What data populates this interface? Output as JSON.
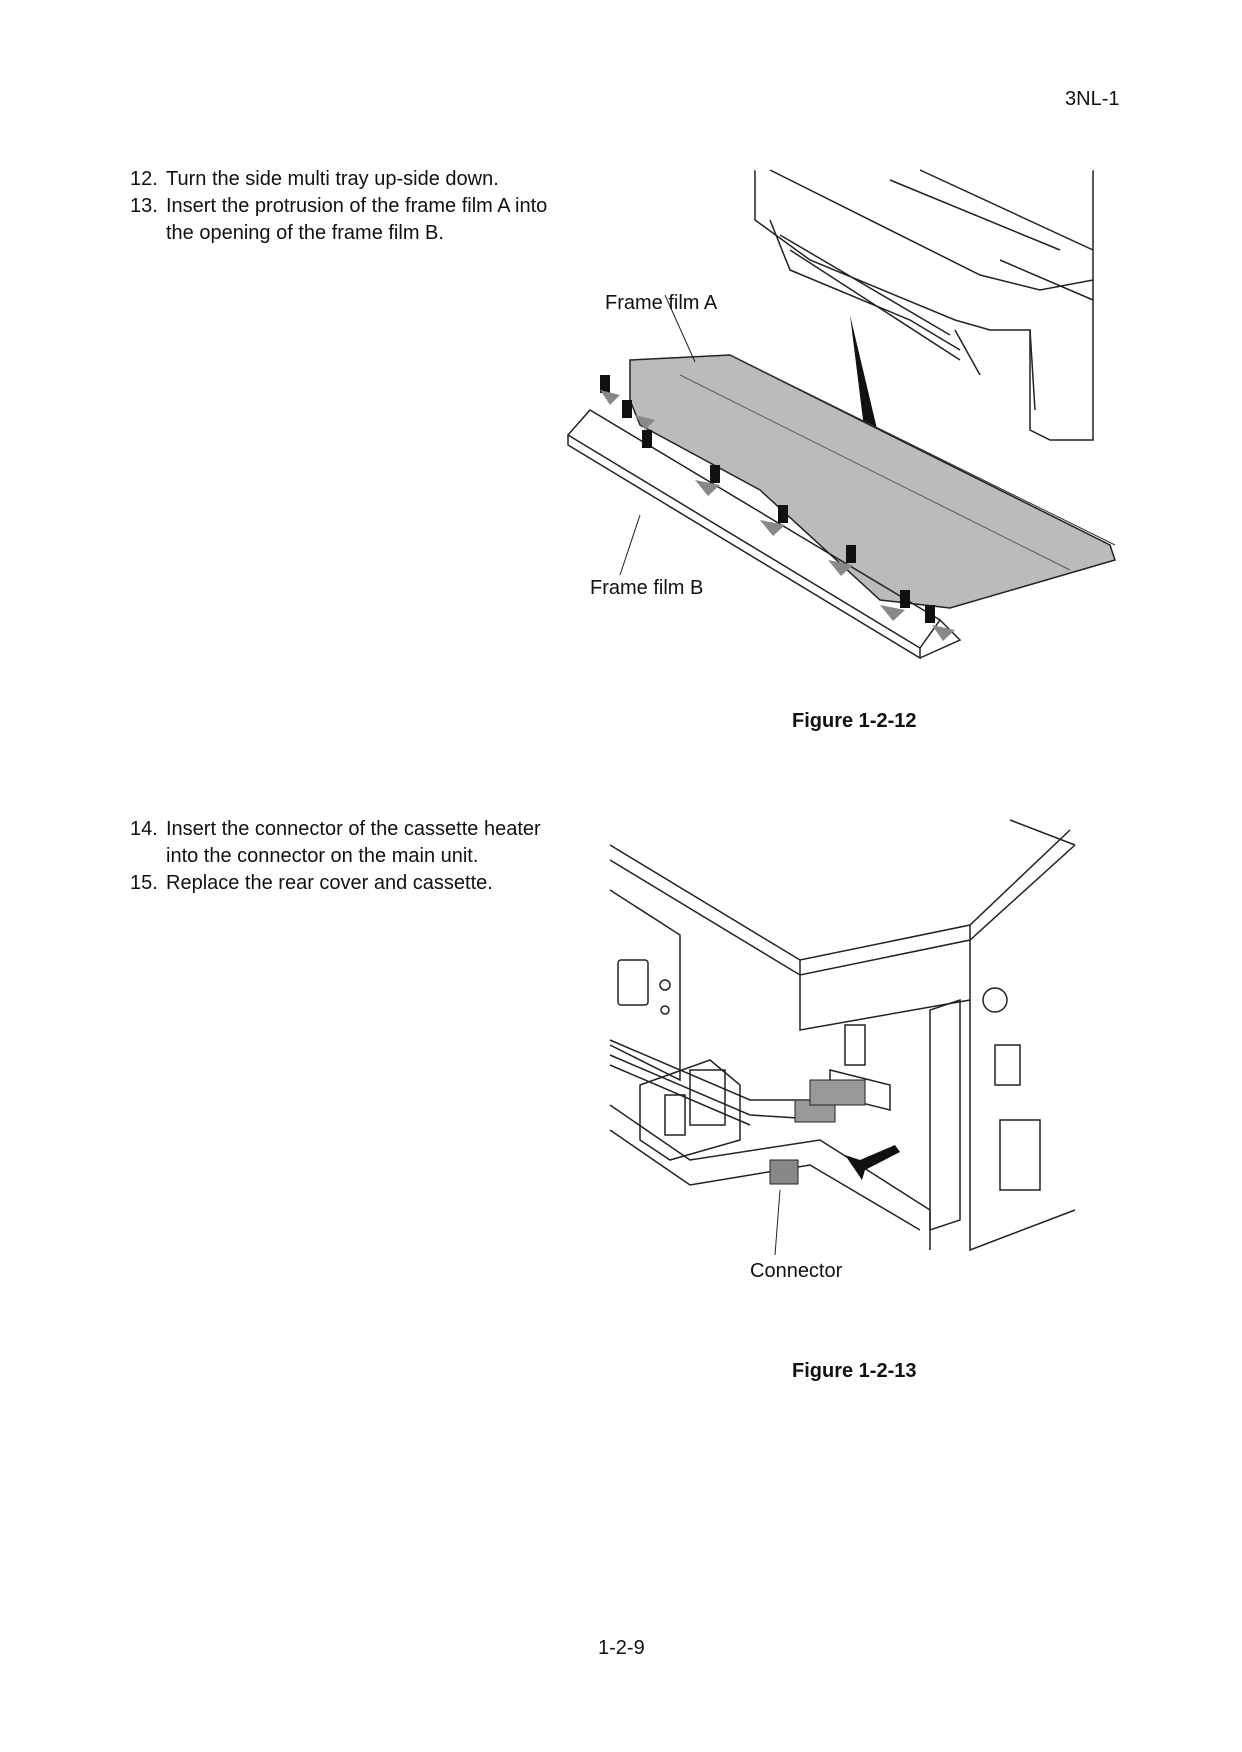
{
  "header": {
    "doc_code": "3NL-1"
  },
  "steps_group_1": [
    {
      "num": "12.",
      "text": "Turn the side multi tray up-side down."
    },
    {
      "num": "13.",
      "text": "Insert the protrusion of the frame film A into the opening of the frame film B."
    }
  ],
  "figure_12": {
    "label_a": "Frame film A",
    "label_b": "Frame film B",
    "caption": "Figure 1-2-12"
  },
  "steps_group_2": [
    {
      "num": "14.",
      "text": "Insert the connector of the cassette heater into the connector on the main unit."
    },
    {
      "num": "15.",
      "text": "Replace the rear cover and cassette."
    }
  ],
  "figure_13": {
    "label_connector": "Connector",
    "caption": "Figure 1-2-13"
  },
  "footer": {
    "page_number": "1-2-9"
  }
}
